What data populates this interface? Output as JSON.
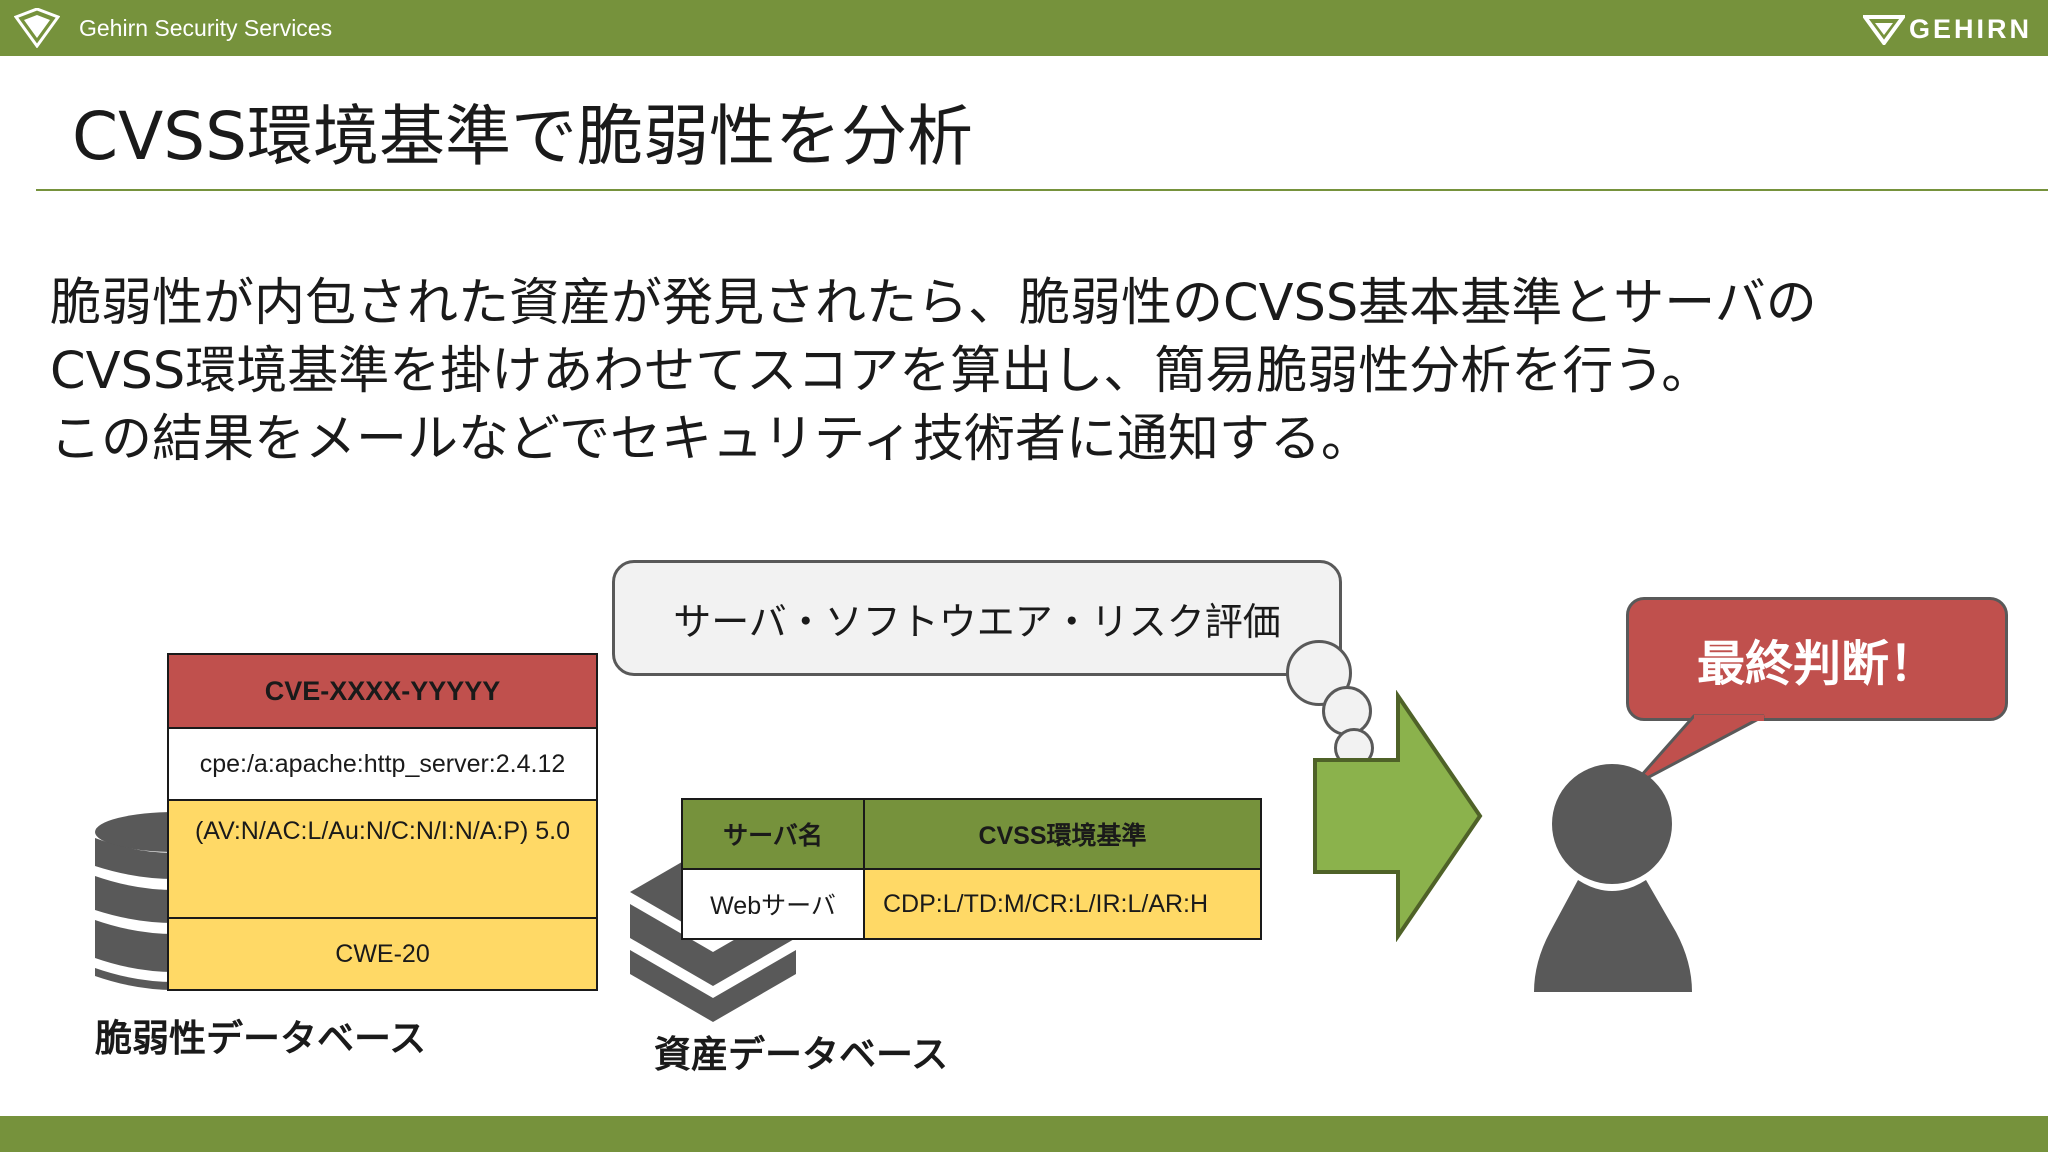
{
  "header": {
    "company": "Gehirn Security Services",
    "brand": "GEHIRN"
  },
  "slide": {
    "title": "CVSS環境基準で脆弱性を分析",
    "body": [
      "脆弱性が内包された資産が発見されたら、脆弱性のCVSS基本基準とサーバの",
      "CVSS環境基準を掛けあわせてスコアを算出し、簡易脆弱性分析を行う。",
      "この結果をメールなどでセキュリティ技術者に通知する。"
    ]
  },
  "diagram": {
    "thought_bubble": "サーバ・ソフトウエア・リスク評価",
    "callout": "最終判断！",
    "vulnerability_db": {
      "label": "脆弱性データベース",
      "cve": "CVE-XXXX-YYYYY",
      "cpe": "cpe:/a:apache:http_server:2.4.12",
      "vector": "(AV:N/AC:L/Au:N/C:N/I:N/A:P) 5.0",
      "cwe": "CWE-20"
    },
    "asset_db": {
      "label": "資産データベース",
      "headers": [
        "サーバ名",
        "CVSS環境基準"
      ],
      "rows": [
        [
          "Webサーバ",
          "CDP:L/TD:M/CR:L/IR:L/AR:H"
        ]
      ]
    }
  },
  "colors": {
    "accent_green": "#76923c",
    "cve_red": "#c0504d",
    "value_yellow": "#ffd966",
    "icon_gray": "#595959"
  }
}
